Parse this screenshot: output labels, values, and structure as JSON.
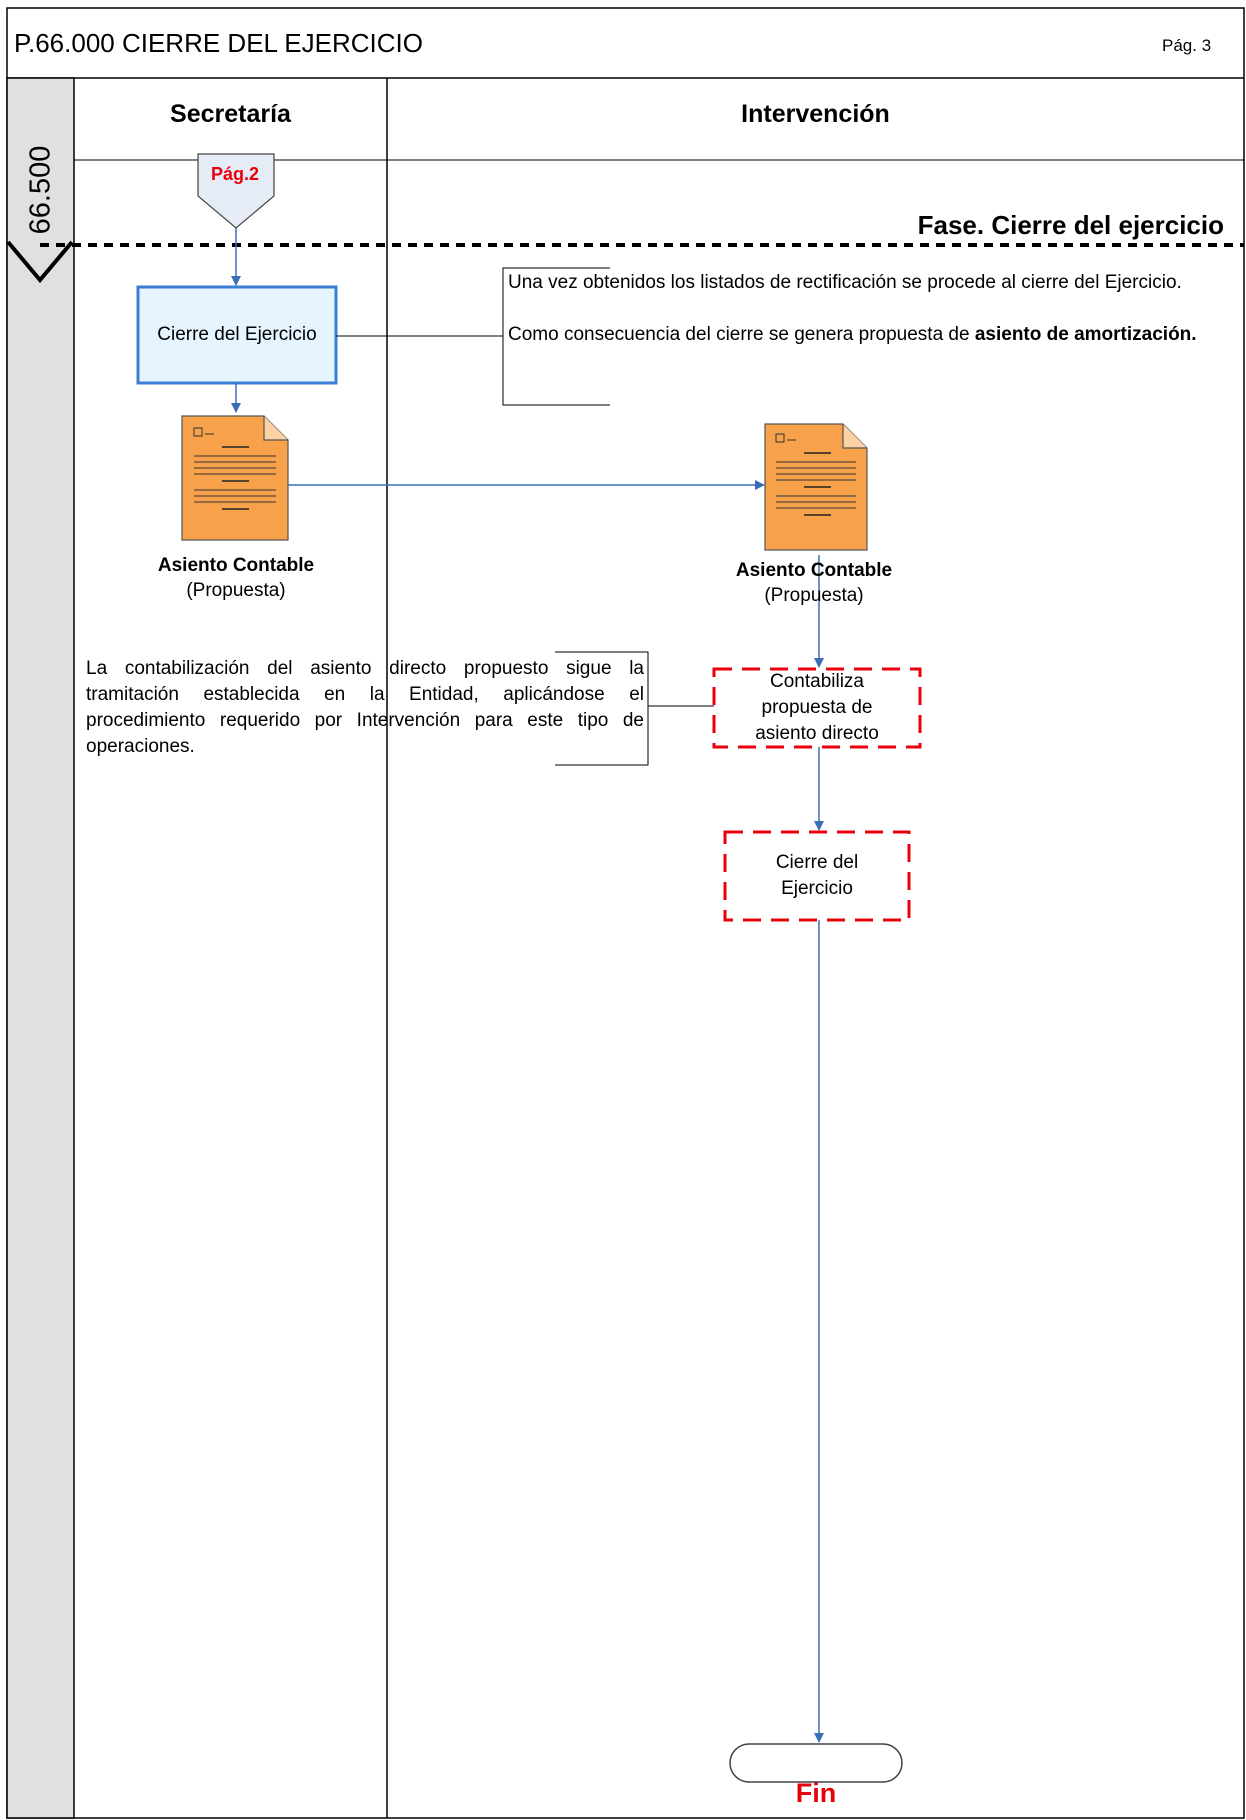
{
  "header": {
    "title": "P.66.000 CIERRE DEL EJERCICIO",
    "page": "Pág. 3"
  },
  "lanes": [
    {
      "label": "Secretaría"
    },
    {
      "label": "Intervención"
    }
  ],
  "phase": {
    "code": "66.500",
    "title": "Fase. Cierre del ejercicio"
  },
  "connector": {
    "label": "Pág.2"
  },
  "nodes": {
    "cierre_secretaria": "Cierre del Ejercicio",
    "doc_secretaria": {
      "name": "Asiento Contable",
      "qualifier": "(Propuesta)"
    },
    "doc_intervencion": {
      "name": "Asiento Contable",
      "qualifier": "(Propuesta)"
    },
    "contabiliza": "Contabiliza propuesta de asiento directo",
    "cierre_intervencion": "Cierre del Ejercicio",
    "end": "Fin"
  },
  "notes": {
    "note1_line1": "Una vez obtenidos los listados de rectificación se procede al cierre del Ejercicio.",
    "note1_line2_pre": "Como consecuencia del cierre se genera propuesta de ",
    "note1_line2_bold": "asiento de amortización.",
    "note2": "La contabilización del asiento directo propuesto sigue la tramitación establecida en la Entidad, aplicándose el procedimiento requerido por Intervención para este tipo de operaciones."
  },
  "colors": {
    "border": "#000000",
    "lane_gray": "#e0e0e0",
    "process_border": "#3a7fd5",
    "process_fill": "#e6f4ff",
    "red_dash": "#e8000b",
    "arrow": "#3a6fb8",
    "doc_fill": "#f7a24a",
    "connector_fill": "#e6ecf5"
  }
}
